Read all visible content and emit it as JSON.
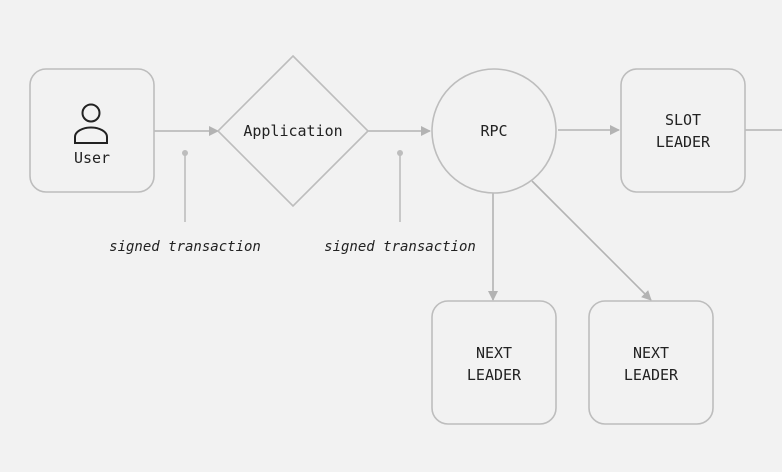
{
  "colors": {
    "background": "#f2f2f2",
    "node_fill": "#f2f2f2",
    "node_stroke": "#bdbdbd",
    "edge": "#b3b3b3",
    "text": "#222222"
  },
  "nodes": {
    "user": {
      "label": "User",
      "icon": "user-icon"
    },
    "application": {
      "label": "Application"
    },
    "rpc": {
      "label": "RPC"
    },
    "slot_leader": {
      "label_line1": "SLOT",
      "label_line2": "LEADER"
    },
    "next_leader_1": {
      "label_line1": "NEXT",
      "label_line2": "LEADER"
    },
    "next_leader_2": {
      "label_line1": "NEXT",
      "label_line2": "LEADER"
    }
  },
  "edge_labels": {
    "user_to_application": "signed transaction",
    "application_to_rpc": "signed transaction"
  }
}
